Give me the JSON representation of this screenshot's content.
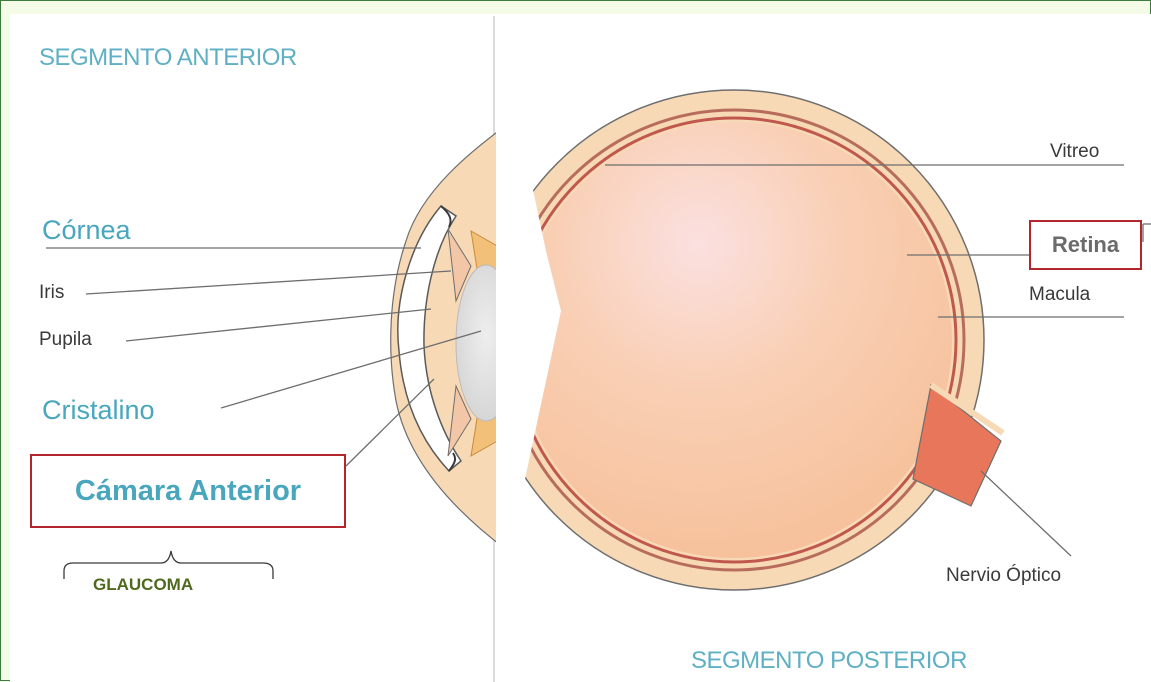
{
  "labels": {
    "segmento_anterior": "SEGMENTO ANTERIOR",
    "segmento_posterior": "SEGMENTO POSTERIOR",
    "cornea": "Córnea",
    "iris": "Iris",
    "pupila": "Pupila",
    "cristalino": "Cristalino",
    "camara_anterior": "Cámara Anterior",
    "glaucoma": "GLAUCOMA",
    "vitreo": "Vitreo",
    "retina": "Retina",
    "macula": "Macula",
    "nervio_optico": "Nervio Óptico"
  },
  "colors": {
    "background_outer": "#f4fbe6",
    "frame_border": "#3d7a3d",
    "heading_blue": "#5fb0c4",
    "highlight_box": "#b3262d",
    "glaucoma_text": "#4f6a1f",
    "sclera": "#f7d9b6",
    "vitreous": "#f8c9a7",
    "optic_nerve": "#e8765a"
  }
}
